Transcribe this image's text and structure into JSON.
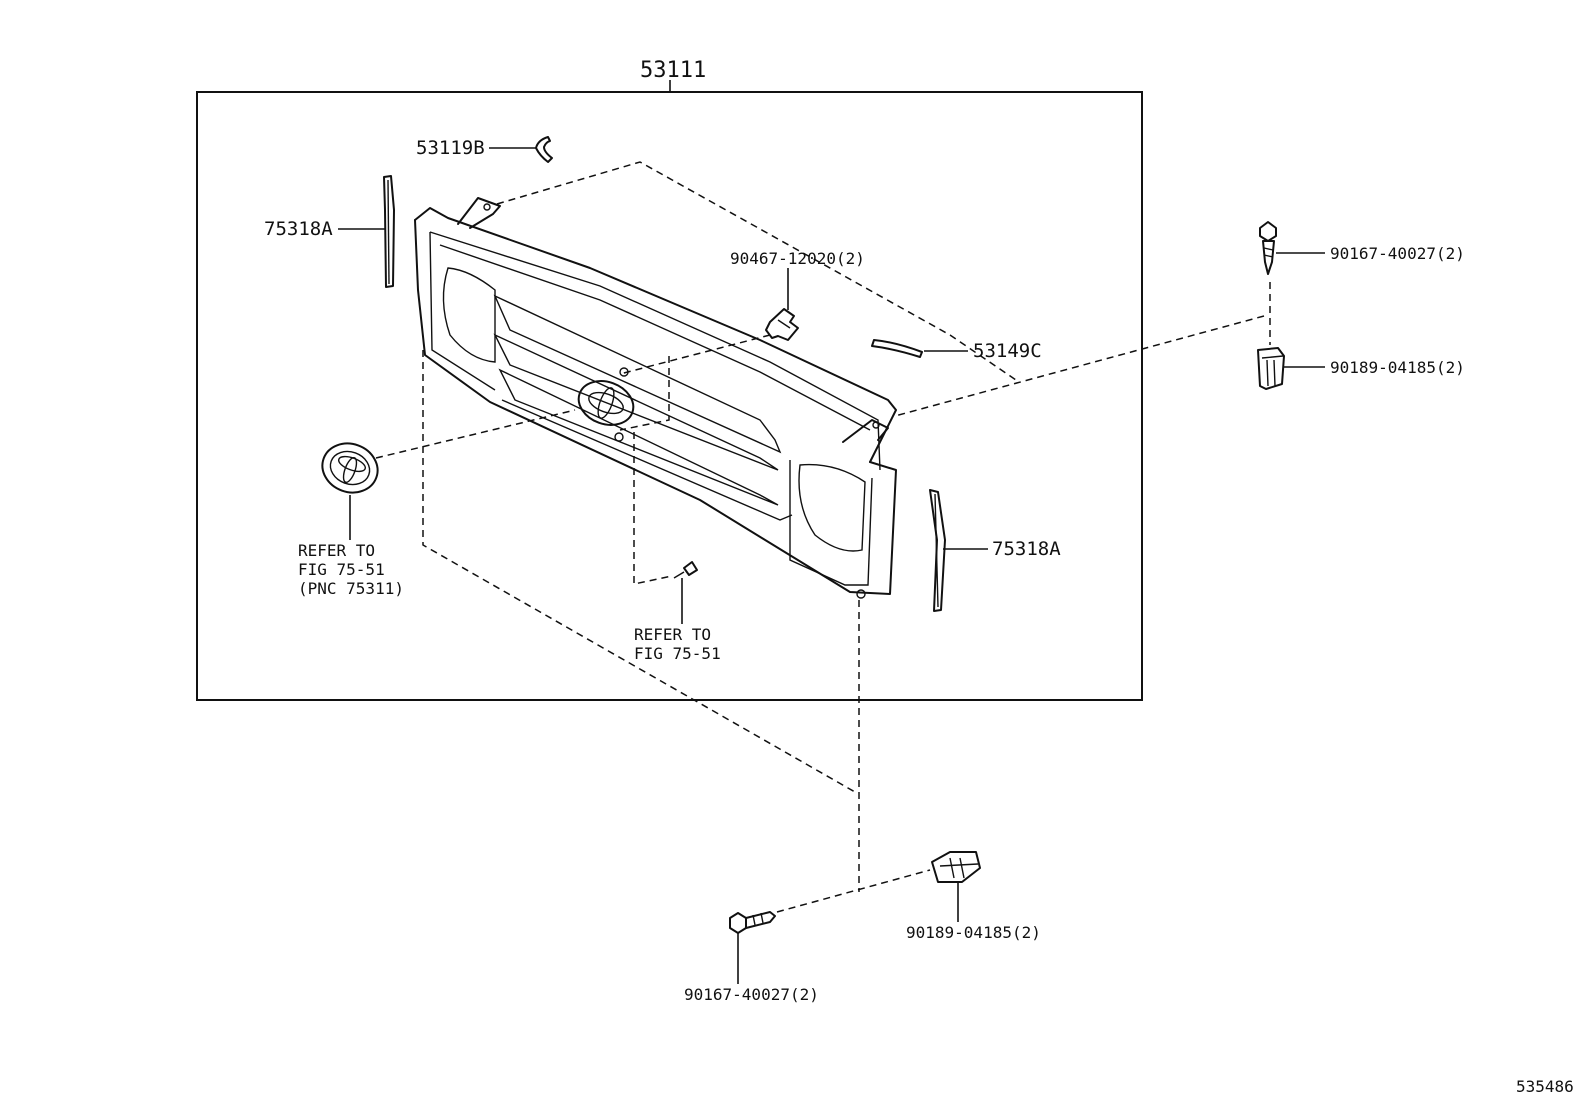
{
  "labels": {
    "assembly": "53111",
    "bracket": "53119B",
    "molding_left": "75318A",
    "molding_right": "75318A",
    "clip_top": "90467-12020(2)",
    "seal": "53149C",
    "screw_right": "90167-40027(2)",
    "nut_right": "90189-04185(2)",
    "screw_bottom": "90167-40027(2)",
    "nut_bottom": "90189-04185(2)",
    "emblem_ref": [
      "REFER TO",
      "FIG 75-51",
      "(PNC 75311)"
    ],
    "screw_ref": [
      "REFER TO",
      "FIG 75-51"
    ],
    "figure_id": "535486"
  }
}
